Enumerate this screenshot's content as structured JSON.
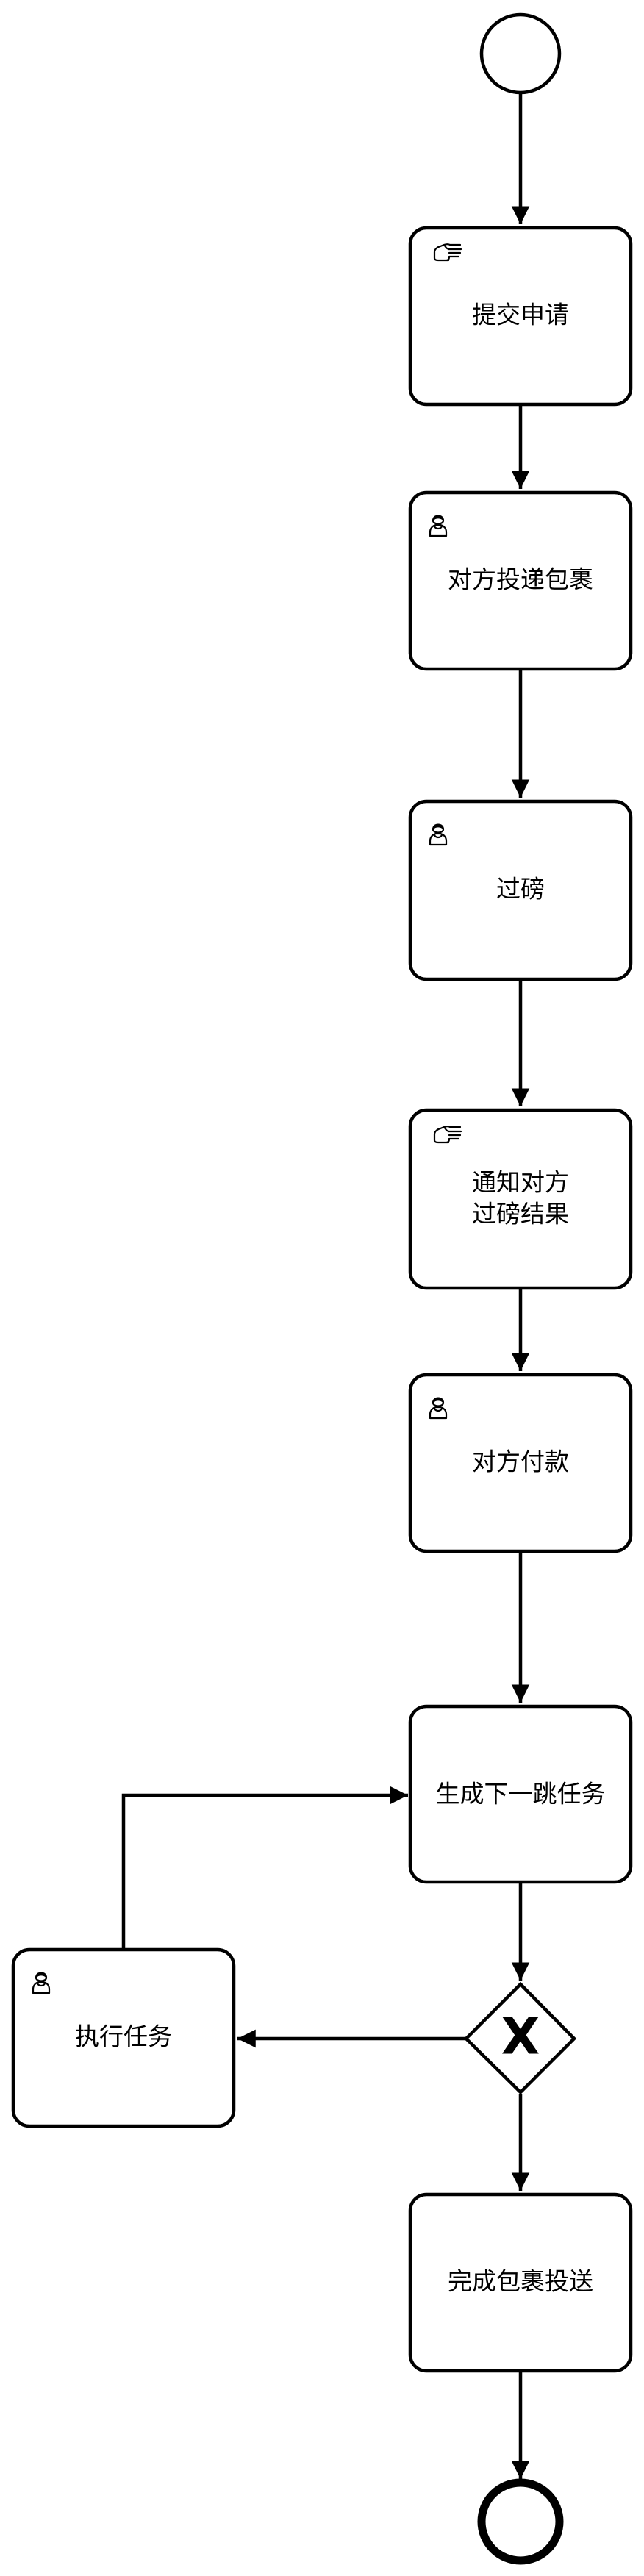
{
  "diagram": {
    "events": [
      {
        "id": "start",
        "kind": "start"
      },
      {
        "id": "end",
        "kind": "end"
      }
    ],
    "tasks": [
      {
        "id": "t1",
        "type": "manual",
        "lines": [
          "提交申请"
        ]
      },
      {
        "id": "t2",
        "type": "user",
        "lines": [
          "对方投递包裹"
        ]
      },
      {
        "id": "t3",
        "type": "user",
        "lines": [
          "过磅"
        ]
      },
      {
        "id": "t4",
        "type": "manual",
        "lines": [
          "通知对方",
          "过磅结果"
        ]
      },
      {
        "id": "t5",
        "type": "user",
        "lines": [
          "对方付款"
        ]
      },
      {
        "id": "t6",
        "type": "none",
        "lines": [
          "生成下一跳任务"
        ]
      },
      {
        "id": "t7",
        "type": "user",
        "lines": [
          "执行任务"
        ]
      },
      {
        "id": "t8",
        "type": "none",
        "lines": [
          "完成包裹投送"
        ]
      }
    ],
    "gateways": [
      {
        "id": "g1",
        "kind": "exclusive",
        "marker": "X"
      }
    ],
    "flows": [
      {
        "from": "start",
        "to": "t1"
      },
      {
        "from": "t1",
        "to": "t2"
      },
      {
        "from": "t2",
        "to": "t3"
      },
      {
        "from": "t3",
        "to": "t4"
      },
      {
        "from": "t4",
        "to": "t5"
      },
      {
        "from": "t5",
        "to": "t6"
      },
      {
        "from": "t6",
        "to": "g1"
      },
      {
        "from": "g1",
        "to": "t7"
      },
      {
        "from": "t7",
        "to": "t6"
      },
      {
        "from": "g1",
        "to": "t8"
      },
      {
        "from": "t8",
        "to": "end"
      }
    ]
  }
}
